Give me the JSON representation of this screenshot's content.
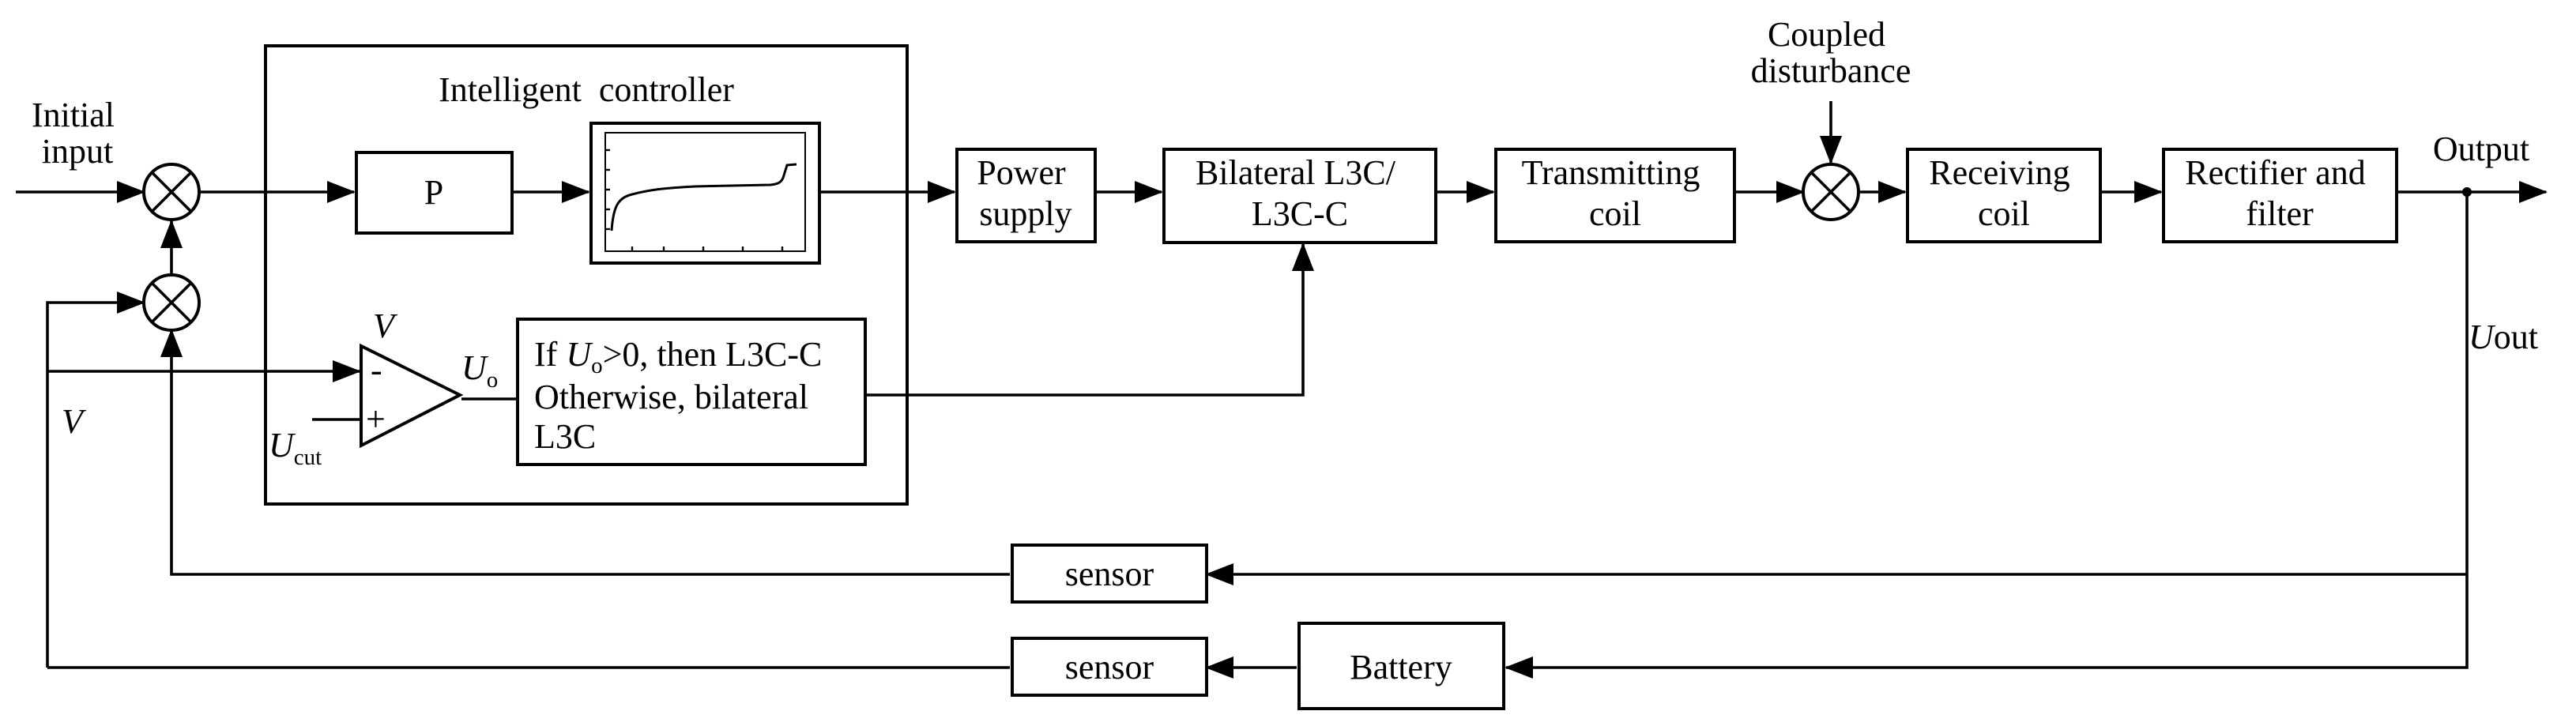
{
  "labels": {
    "initial_input": [
      "Initial",
      "input"
    ],
    "intelligent_controller": "Intelligent  controller",
    "p_block": "P",
    "power_supply": [
      "Power",
      "supply"
    ],
    "bilateral_block": [
      "Bilateral L3C/",
      "L3C-C"
    ],
    "transmitting_coil": [
      "Transmitting",
      "coil"
    ],
    "coupled_disturbance": [
      "Coupled",
      "disturbance"
    ],
    "receiving_coil": [
      "Receiving",
      "coil"
    ],
    "rectifier_filter": [
      "Rectifier and",
      "filter"
    ],
    "output": "Output",
    "u_out": {
      "var": "U",
      "rest": "out"
    },
    "v_top": "V",
    "v_left": "V",
    "u_cut": {
      "var": "U",
      "sub": "cut"
    },
    "u_o": {
      "var": "U",
      "sub": "o"
    },
    "comparator_minus": "-",
    "comparator_plus": "+",
    "decision": {
      "line1_prefix": "If ",
      "line1_var": "U",
      "line1_sub": "o",
      "line1_suffix": ">0, then L3C-C",
      "line2": "Otherwise, bilateral",
      "line3": "L3C"
    },
    "sensor_top": "sensor",
    "sensor_bottom": "sensor",
    "battery": "Battery"
  }
}
